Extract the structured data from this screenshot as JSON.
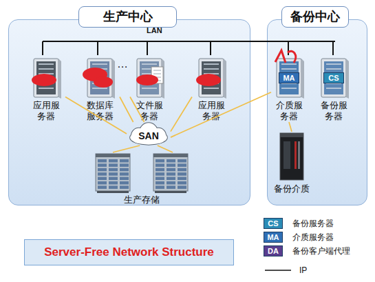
{
  "diagram": {
    "nodes": [
      {
        "text": [
          "生产中心"
        ]
      },
      {
        "text": [
          "应用服 务器"
        ],
        "in": 0
      },
      {
        "text": [
          "数据库 服务器"
        ],
        "in": 0
      },
      {
        "text": [
          "文件服 务器"
        ],
        "in": 0
      },
      {
        "text": [
          "应用服 务器"
        ],
        "in": 0
      },
      {
        "text": [
          "SAN"
        ],
        "in": 0
      },
      {
        "text": [
          "生产存储"
        ],
        "in": 0
      },
      {
        "text": [
          "备份中心"
        ]
      },
      {
        "text": [
          "MA",
          "介质服 务器"
        ],
        "in": 7
      },
      {
        "text": [
          "CS",
          "备份服 务器"
        ],
        "in": 7
      },
      {
        "text": [
          "备份介质"
        ],
        "in": 7
      },
      {
        "text": [
          "Server-Free Network Structure"
        ]
      }
    ],
    "edges": [
      {
        "from": 1,
        "to": 5,
        "arrow": "none"
      },
      {
        "from": 2,
        "to": 5,
        "arrow": "none"
      },
      {
        "from": 3,
        "to": 5,
        "arrow": "none"
      },
      {
        "from": 4,
        "to": 5,
        "arrow": "none"
      },
      {
        "from": 8,
        "to": 5,
        "arrow": "none"
      },
      {
        "from": 5,
        "to": 6,
        "arrow": "none"
      },
      {
        "from": 5,
        "to": 6,
        "arrow": "none"
      },
      {
        "from": 8,
        "to": 10,
        "arrow": "none"
      }
    ],
    "labels": [
      "LAN",
      "…",
      "CS",
      "MA",
      "DA"
    ],
    "legend": [
      {
        "text": "备份服务器",
        "color": "#2b8cb6"
      },
      {
        "text": "介质服务器",
        "color": "#2f6fb5"
      },
      {
        "text": "备份客户端代理",
        "color": "#5a3d8e"
      },
      {
        "text": "IP"
      }
    ]
  }
}
